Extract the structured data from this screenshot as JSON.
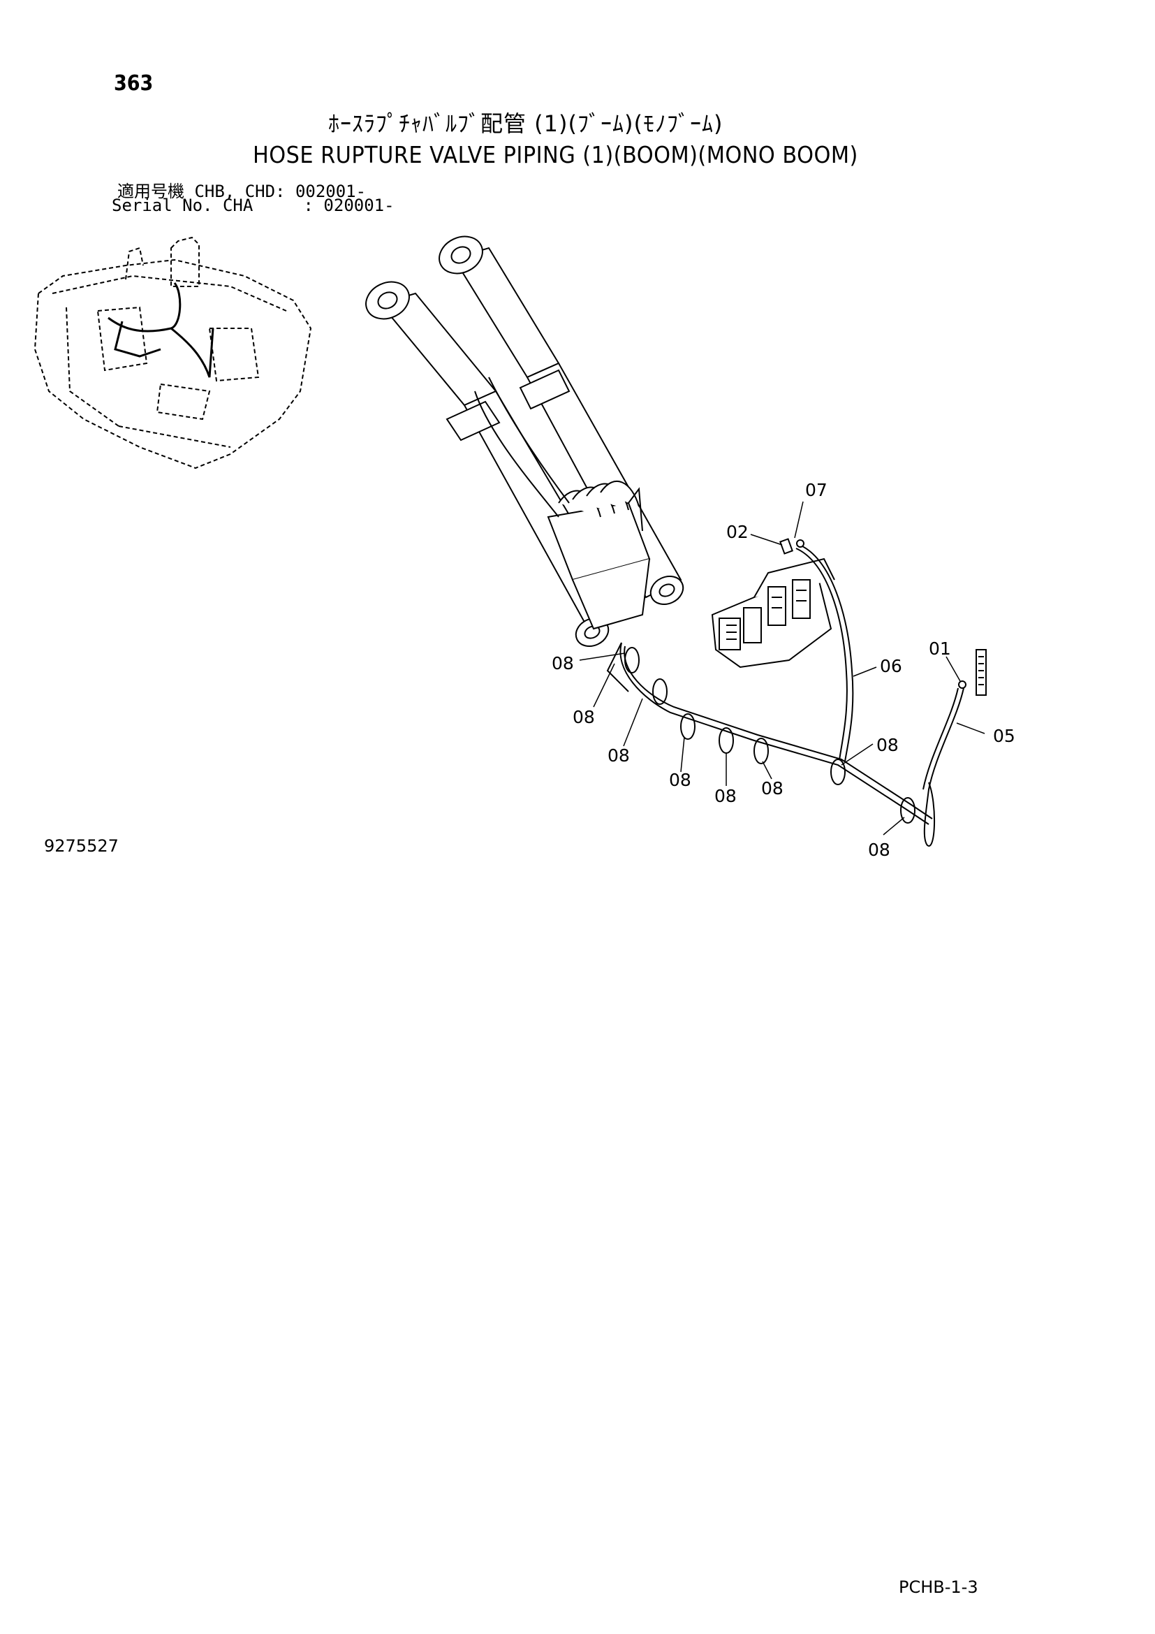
{
  "header": {
    "page_number": "363",
    "title_jp": "ﾎｰｽﾗﾌﾟﾁｬﾊﾞﾙﾌﾞ配管 (1)(ﾌﾞｰﾑ)(ﾓﾉﾌﾞｰﾑ)",
    "title_en": "HOSE RUPTURE VALVE PIPING (1)(BOOM)(MONO BOOM)",
    "applicability_line1": "適用号機 CHB, CHD: 002001-",
    "applicability_line2": "Serial No. CHA     : 020001-"
  },
  "drawing": {
    "callouts": [
      "07",
      "02",
      "01",
      "06",
      "05",
      "08",
      "08",
      "08",
      "08",
      "08",
      "08",
      "08",
      "08"
    ]
  },
  "footer": {
    "drawing_number": "9275527",
    "sheet_code": "PCHB-1-3"
  }
}
